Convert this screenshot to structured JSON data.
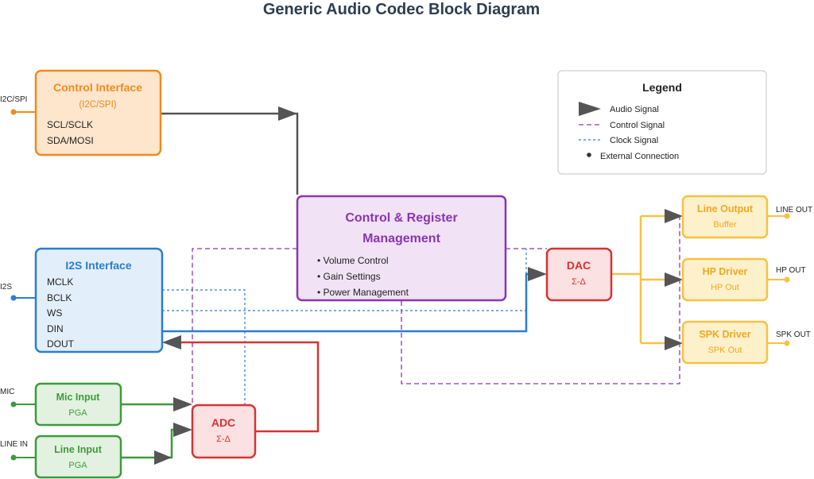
{
  "title": "Generic Audio Codec Block Diagram",
  "colors": {
    "orange": "#f08a1d",
    "orange_fill": "#fde6cc",
    "blue": "#2a7dd1",
    "blue_fill": "#e2effb",
    "green": "#3e9a3e",
    "green_fill": "#e3f2e0",
    "red": "#d63333",
    "red_fill": "#fbe1e1",
    "purple": "#8b35b0",
    "purple_fill": "#f1e2f5",
    "yellow": "#f6c242",
    "yellow_fill": "#fdf1cc",
    "gray": "#555555"
  },
  "blocks": {
    "control_interface": {
      "title": "Control Interface",
      "subtitle": "(I2C/SPI)",
      "pins": [
        "SCL/SCLK",
        "SDA/MOSI"
      ]
    },
    "i2s_interface": {
      "title": "I2S Interface",
      "pins": [
        "MCLK",
        "BCLK",
        "WS",
        "DIN",
        "DOUT"
      ]
    },
    "mic_input": {
      "title": "Mic Input",
      "subtitle": "PGA"
    },
    "line_input": {
      "title": "Line Input",
      "subtitle": "PGA"
    },
    "adc": {
      "title": "ADC",
      "subtitle": "Σ-Δ"
    },
    "register": {
      "title_line1": "Control & Register",
      "title_line2": "Management",
      "items": [
        "• Volume Control",
        "• Gain Settings",
        "• Power Management"
      ]
    },
    "dac": {
      "title": "DAC",
      "subtitle": "Σ-Δ"
    },
    "line_output": {
      "title": "Line Output",
      "subtitle": "Buffer"
    },
    "hp_driver": {
      "title": "HP Driver",
      "subtitle": "HP Out"
    },
    "spk_driver": {
      "title": "SPK Driver",
      "subtitle": "SPK Out"
    }
  },
  "external": {
    "i2c_spi": "I2C/SPI",
    "i2s": "I2S",
    "mic": "MIC",
    "line_in": "LINE IN",
    "line_out": "LINE OUT",
    "hp_out": "HP OUT",
    "spk_out": "SPK OUT"
  },
  "legend": {
    "title": "Legend",
    "audio": "Audio Signal",
    "control": "Control Signal",
    "clock": "Clock Signal",
    "external": "External Connection"
  }
}
